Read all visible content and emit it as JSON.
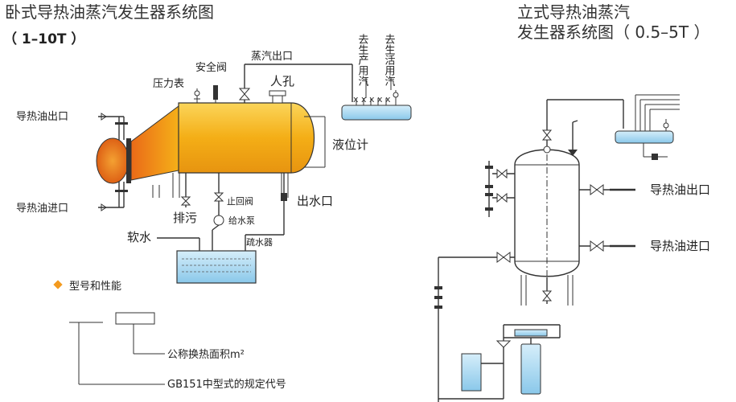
{
  "colors": {
    "oil_orange": "#e8671a",
    "vessel_yellow": "#f5b018",
    "water_blue": "#9fd3ef",
    "diamond": "#f39a1f"
  },
  "left": {
    "title": "卧式导热油蒸汽发生器系统图",
    "subtitle": "（ 1–10T ）",
    "labels": {
      "oil_out": "导热油出口",
      "oil_in": "导热油进口",
      "pressure_gauge": "压力表",
      "safety_valve": "安全阀",
      "steam_outlet": "蒸汽出口",
      "manhole": "人孔",
      "level_gauge": "液位计",
      "drain": "排污",
      "check_valve": "止回阀",
      "feed_pump": "给水泵",
      "water_outlet": "出水口",
      "soft_water": "软水",
      "trap": "疏水器",
      "prod_steam": "去生产用汽",
      "life_steam": "去生活用汽"
    }
  },
  "model": {
    "heading": "型号和性能",
    "area": "公称换热面积m²",
    "standard": "GB151中型式的规定代号"
  },
  "right": {
    "title_line1": "立式导热油蒸汽",
    "title_line2": "发生器系统图（ 0.5–5T ）",
    "labels": {
      "oil_out": "导热油出口",
      "oil_in": "导热油进口"
    }
  }
}
